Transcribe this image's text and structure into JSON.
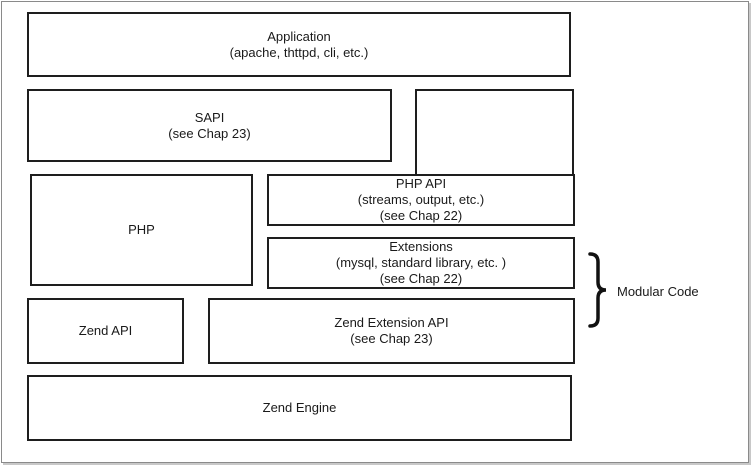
{
  "boxes": {
    "application": {
      "title": "Application",
      "subtitle": "(apache, thttpd, cli, etc.)"
    },
    "sapi": {
      "title": "SAPI",
      "subtitle": "(see Chap 23)"
    },
    "php": {
      "title": "PHP"
    },
    "php_api": {
      "title": "PHP API",
      "subtitle": "(streams, output, etc.)",
      "ref": "(see Chap 22)"
    },
    "extensions": {
      "title": "Extensions",
      "subtitle": "(mysql, standard library, etc. )",
      "ref": "(see Chap 22)"
    },
    "zend_api": {
      "title": "Zend API"
    },
    "zend_extension_api": {
      "title": "Zend Extension API",
      "subtitle": "(see Chap 23)"
    },
    "zend_engine": {
      "title": "Zend Engine"
    }
  },
  "annotation": {
    "label": "Modular Code"
  },
  "colors": {
    "border": "#1e1e1e",
    "background": "#ffffff"
  }
}
